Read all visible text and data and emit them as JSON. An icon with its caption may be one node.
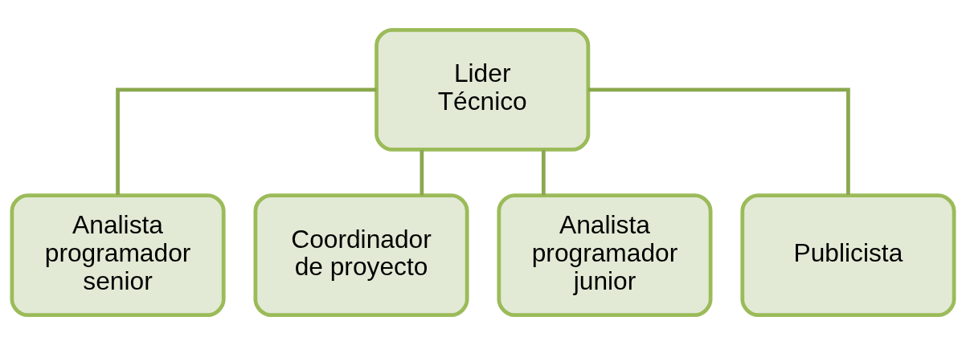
{
  "diagram": {
    "nodes": [
      {
        "text": [
          "Lider Técnico"
        ]
      },
      {
        "text": [
          "Analista programador senior"
        ]
      },
      {
        "text": [
          "Coordinador de proyecto"
        ]
      },
      {
        "text": [
          "Analista programador junior"
        ]
      },
      {
        "text": [
          "Publicista"
        ]
      }
    ],
    "edges": [
      {
        "from": 0,
        "to": 1,
        "arrow": "none"
      },
      {
        "from": 0,
        "to": 2,
        "arrow": "none"
      },
      {
        "from": 0,
        "to": 3,
        "arrow": "none"
      },
      {
        "from": 0,
        "to": 4,
        "arrow": "none"
      }
    ]
  }
}
